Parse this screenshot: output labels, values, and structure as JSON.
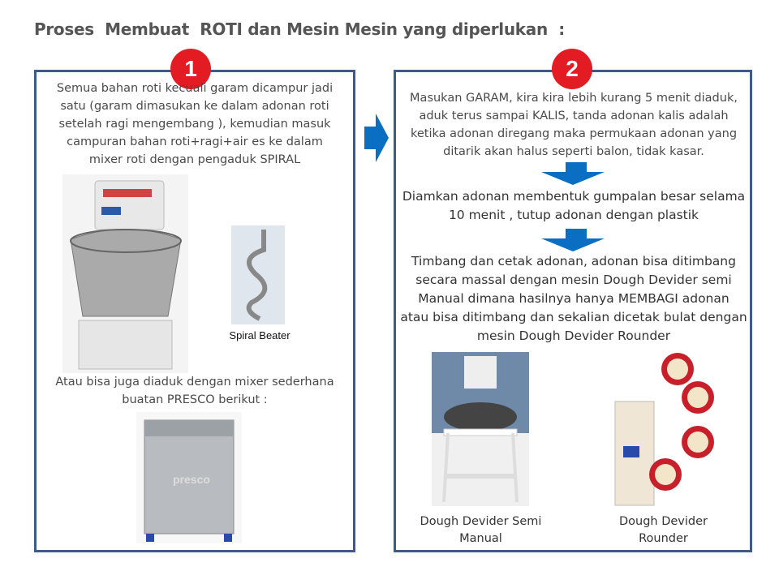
{
  "title": "Proses  Membuat  ROTI dan Mesin Mesin yang diperlukan  :",
  "step1": {
    "badge": "1",
    "text": "Semua bahan roti kecuali garam dicampur jadi\nsatu (garam dimasukan ke dalam adonan roti\nsetelah ragi mengembang ), kemudian  masuk\ncampuran bahan roti+ragi+air es ke dalam\nmixer roti dengan pengaduk SPIRAL",
    "spiral_label": "Spiral Beater",
    "alt_text": "Atau bisa juga diaduk dengan mixer sederhana\nbuatan PRESCO  berikut :",
    "presco_brand": "presco"
  },
  "step2": {
    "badge": "2",
    "text1": "Masukan GARAM, kira kira lebih kurang 5 menit diaduk,\naduk terus sampai KALIS, tanda adonan kalis adalah\nketika adonan diregang maka permukaan adonan yang\nditarik akan halus seperti balon, tidak kasar.",
    "text2": "Diamkan adonan membentuk gumpalan besar selama\n10 menit , tutup adonan dengan plastik",
    "text3": "Timbang dan cetak adonan, adonan bisa ditimbang\nsecara massal dengan mesin Dough Devider semi\nManual  dimana hasilnya hanya MEMBAGI adonan\natau bisa ditimbang dan sekalian dicetak  bulat dengan\nmesin Dough Devider Rounder",
    "caption_manual": "Dough Devider Semi\nManual",
    "caption_rounder": "Dough Devider\nRounder"
  },
  "colors": {
    "border": "#3d5a8a",
    "badge": "#e31b23",
    "arrow": "#0a6fc2"
  }
}
